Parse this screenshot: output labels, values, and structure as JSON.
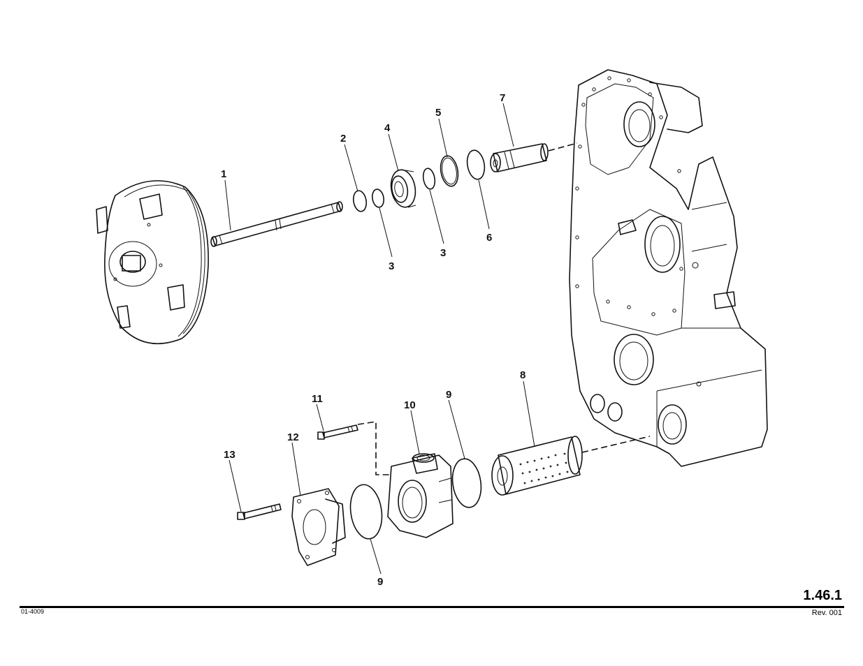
{
  "diagram": {
    "labels": {
      "p1": "1",
      "p2": "2",
      "p3a": "3",
      "p3b": "3",
      "p4": "4",
      "p5": "5",
      "p6": "6",
      "p7": "7",
      "p8": "8",
      "p9a": "9",
      "p9b": "9",
      "p10": "10",
      "p11": "11",
      "p12": "12",
      "p13": "13"
    }
  },
  "footer": {
    "page_number": "1.46.1",
    "doc_code": "01-4009",
    "revision": "Rev. 001"
  }
}
